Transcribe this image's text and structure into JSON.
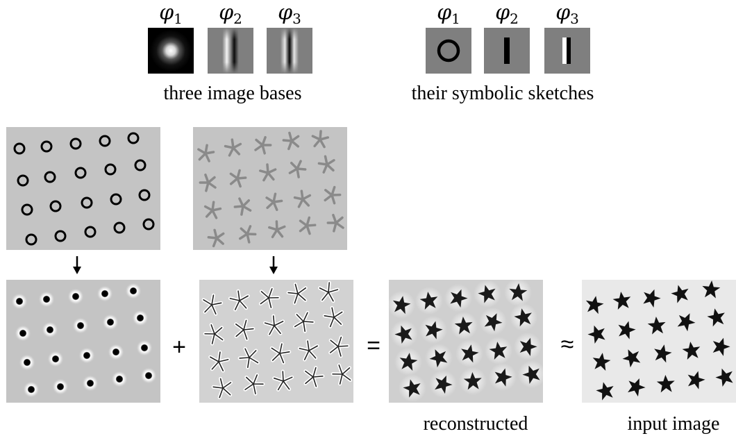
{
  "bases": {
    "symbols": [
      {
        "greek": "φ",
        "index": "1"
      },
      {
        "greek": "φ",
        "index": "2"
      },
      {
        "greek": "φ",
        "index": "3"
      }
    ],
    "caption_left": "three image bases",
    "caption_right": "their symbolic sketches"
  },
  "operators": {
    "plus": "+",
    "equals": "=",
    "approx": "≈"
  },
  "labels": {
    "reconstructed": "reconstructed",
    "input_image": "input image"
  },
  "colors": {
    "panel_gray": "#c4c4c4",
    "sketch_gray": "#8a8a8a",
    "basis_gray": "#7f7f7f",
    "input_bg": "#e9e9e9"
  }
}
